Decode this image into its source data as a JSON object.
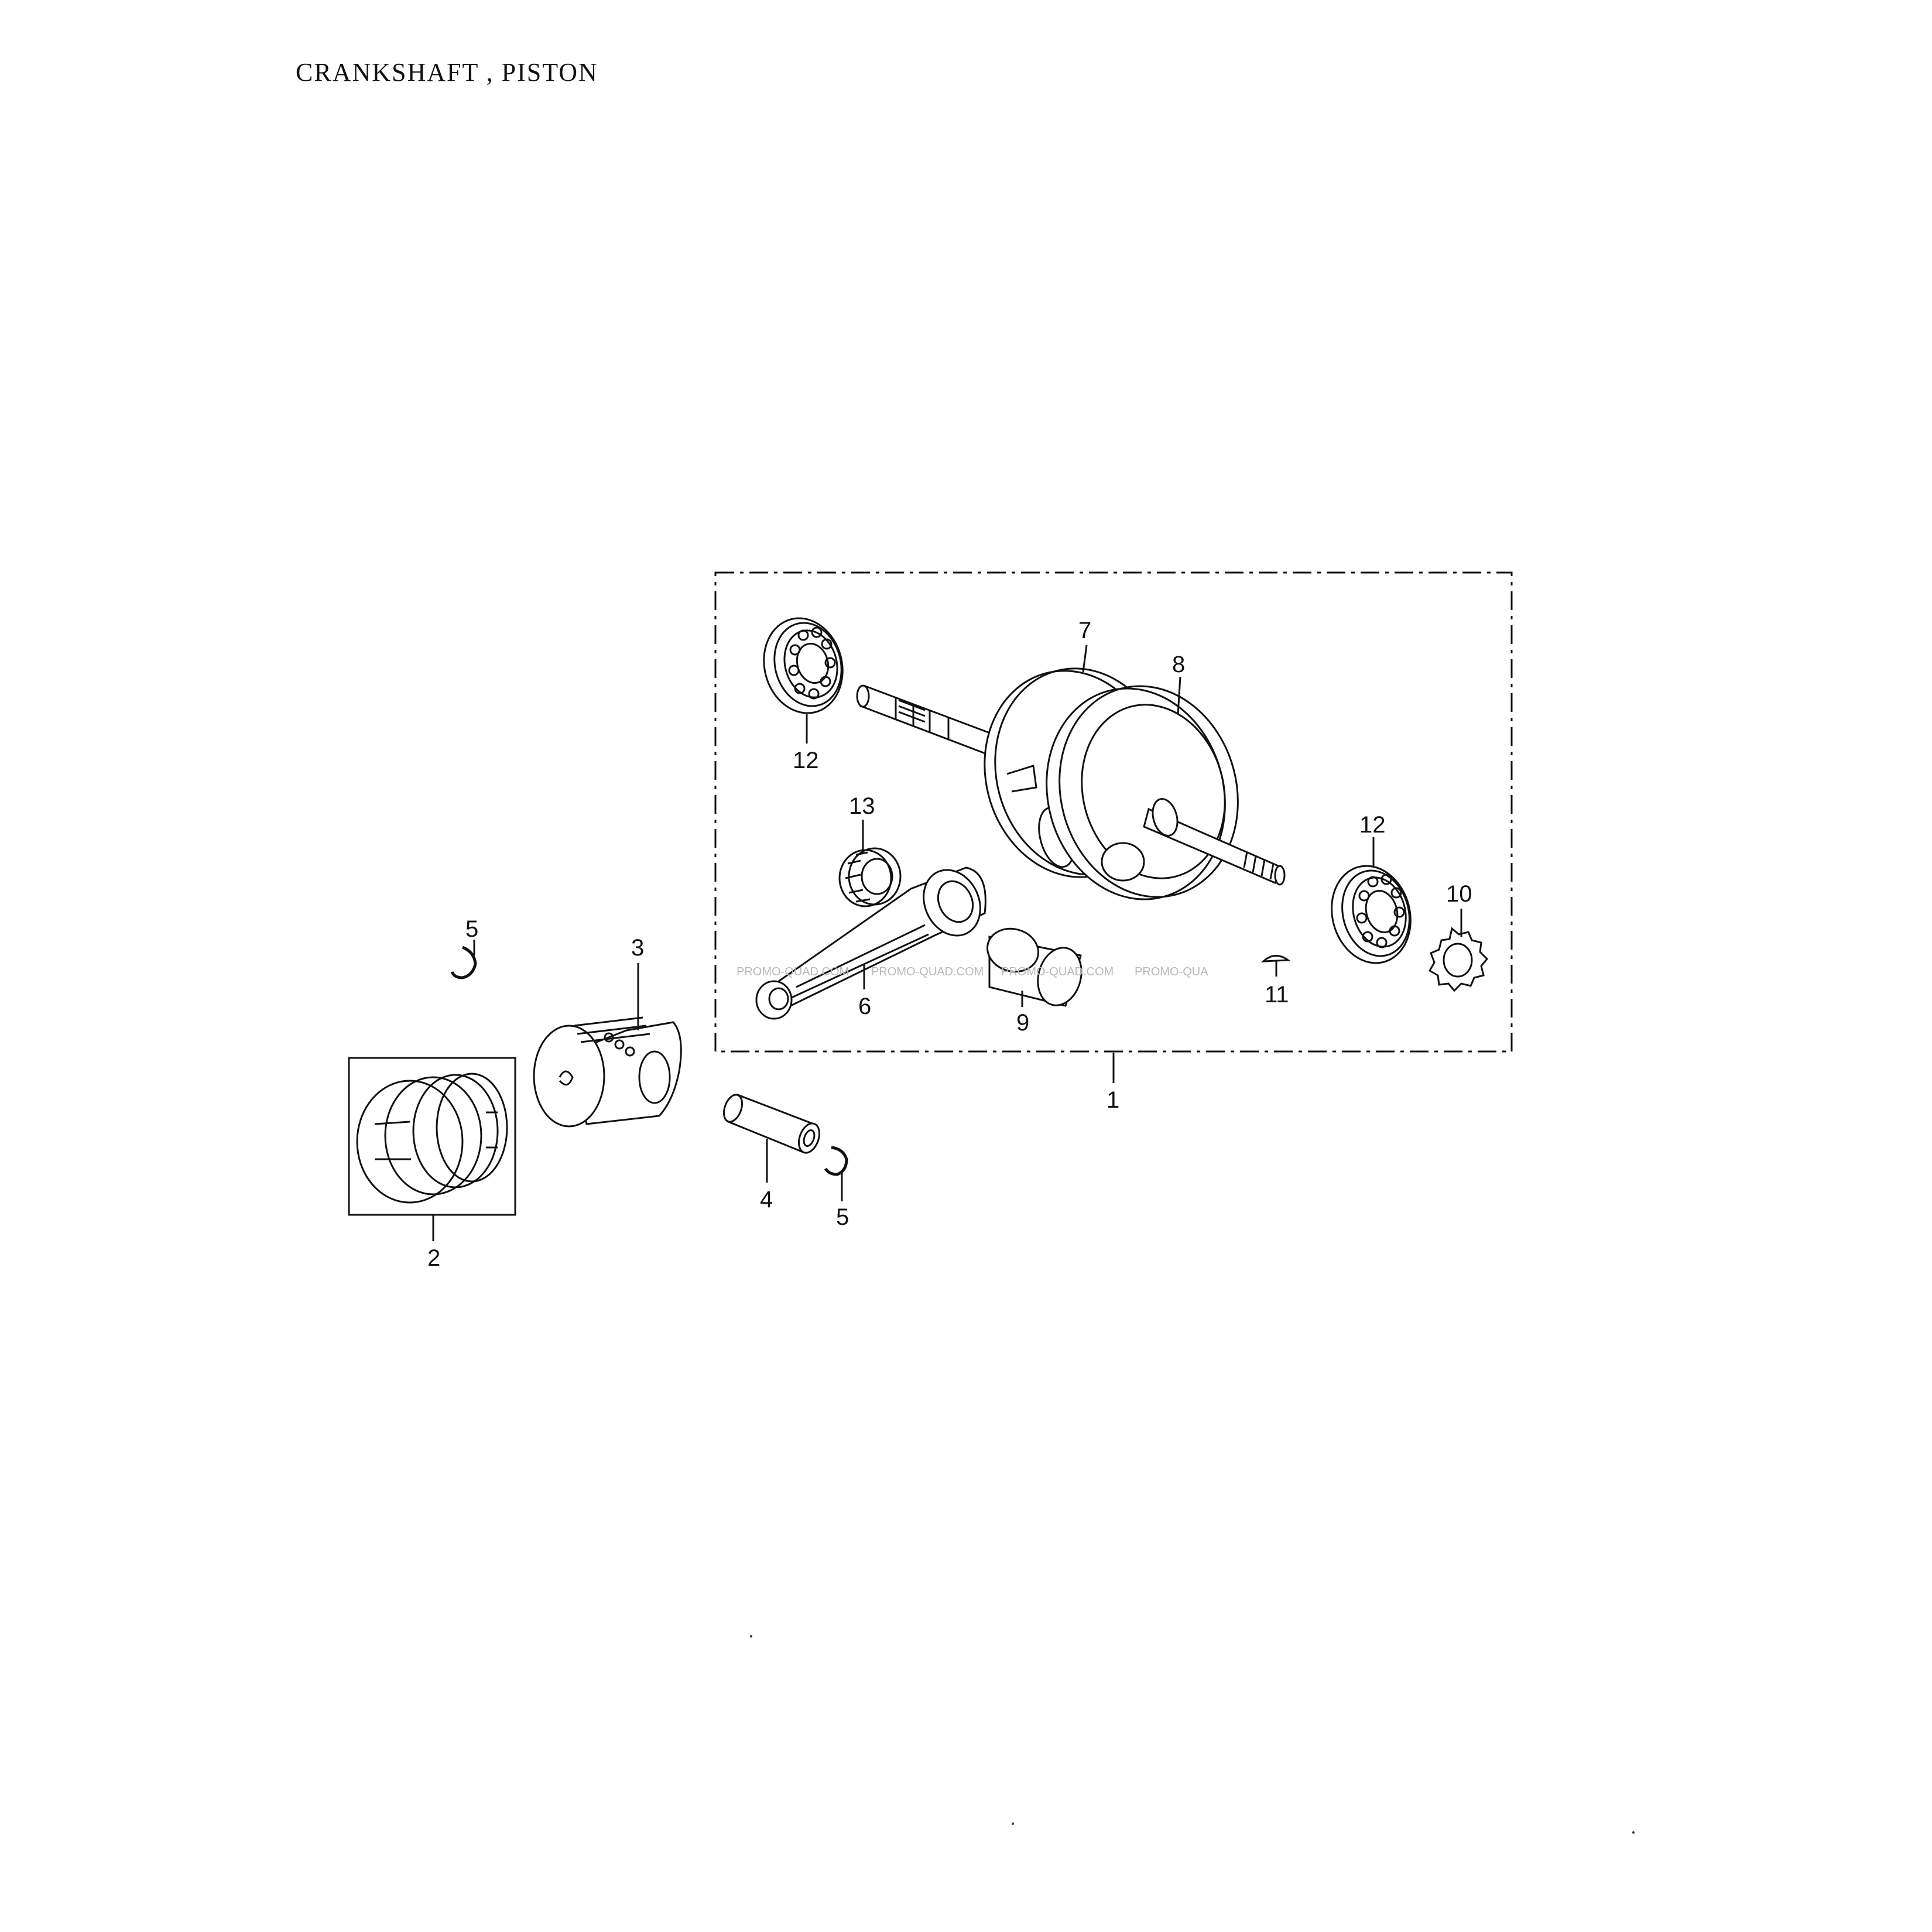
{
  "title": "CRANKSHAFT , PISTON",
  "callouts": {
    "c1": "1",
    "c2": "2",
    "c3": "3",
    "c4": "4",
    "c5a": "5",
    "c5b": "5",
    "c6": "6",
    "c7": "7",
    "c8": "8",
    "c9": "9",
    "c10": "10",
    "c11": "11",
    "c12a": "12",
    "c12b": "12",
    "c13": "13"
  },
  "watermark": {
    "w1": "PROMO-QUAD.COM",
    "w2": "PROMO-QUAD.COM",
    "w3": "PROMO-QUAD.COM",
    "w4": "PROMO-QUA"
  }
}
